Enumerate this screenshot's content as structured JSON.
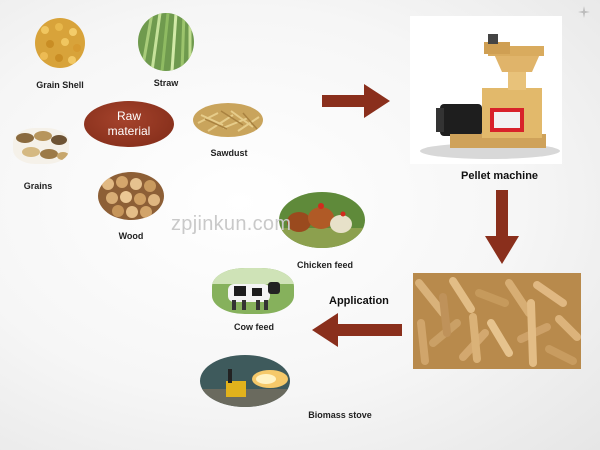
{
  "raw_material": {
    "line1": "Raw",
    "line2": "material"
  },
  "items": {
    "grain_shell": "Grain Shell",
    "straw": "Straw",
    "sawdust": "Sawdust",
    "grains": "Grains",
    "wood": "Wood",
    "chicken_feed": "Chicken feed",
    "cow_feed": "Cow feed",
    "biomass_stove": "Biomass stove"
  },
  "pellet_machine": "Pellet machine",
  "application": "Application",
  "watermark": "zpjinkun.com",
  "colors": {
    "arrow": "#8a2f1c",
    "oval": "#8b321e"
  }
}
